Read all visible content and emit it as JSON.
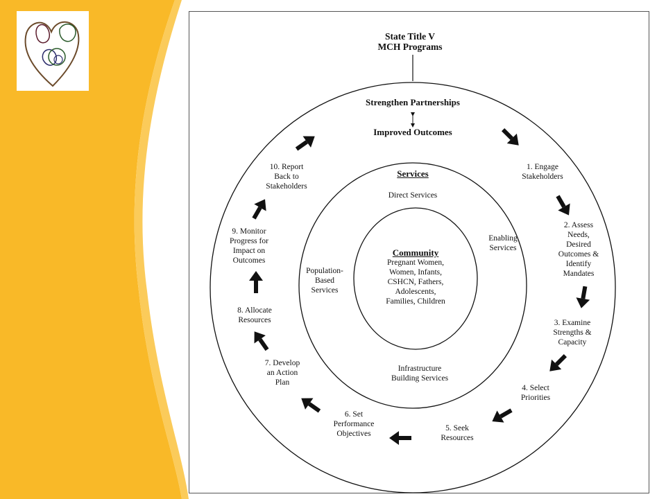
{
  "theme": {
    "accent": "#F9B928",
    "ink": "#111111"
  },
  "logo": {
    "name": "family-heart-logo"
  },
  "header": {
    "line1": "State Title V",
    "line2": "MCH Programs"
  },
  "outer_ring": {
    "top_label": "Strengthen Partnerships",
    "bottom_label": "Improved Outcomes"
  },
  "services": {
    "title": "Services",
    "direct": "Direct Services",
    "enabling": [
      "Enabling",
      "Services"
    ],
    "population": [
      "Population-",
      "Based",
      "Services"
    ],
    "infrastructure": [
      "Infrastructure",
      "Building Services"
    ]
  },
  "community": {
    "title": "Community",
    "lines": [
      "Pregnant Women,",
      "Women, Infants,",
      "CSHCN, Fathers,",
      "Adolescents,",
      "Families, Children"
    ]
  },
  "steps": [
    {
      "lines": [
        "1. Engage",
        "Stakeholders"
      ]
    },
    {
      "lines": [
        "2. Assess",
        "Needs,",
        "Desired",
        "Outcomes &",
        "Identify",
        "Mandates"
      ]
    },
    {
      "lines": [
        "3. Examine",
        "Strengths &",
        "Capacity"
      ]
    },
    {
      "lines": [
        "4. Select",
        "Priorities"
      ]
    },
    {
      "lines": [
        "5. Seek",
        "Resources"
      ]
    },
    {
      "lines": [
        "6. Set",
        "Performance",
        "Objectives"
      ]
    },
    {
      "lines": [
        "7.  Develop",
        "an Action",
        "Plan"
      ]
    },
    {
      "lines": [
        "8. Allocate",
        "Resources"
      ]
    },
    {
      "lines": [
        "9. Monitor",
        "Progress for",
        "Impact on",
        "Outcomes"
      ]
    },
    {
      "lines": [
        "10. Report",
        "Back to",
        "Stakeholders"
      ]
    }
  ]
}
